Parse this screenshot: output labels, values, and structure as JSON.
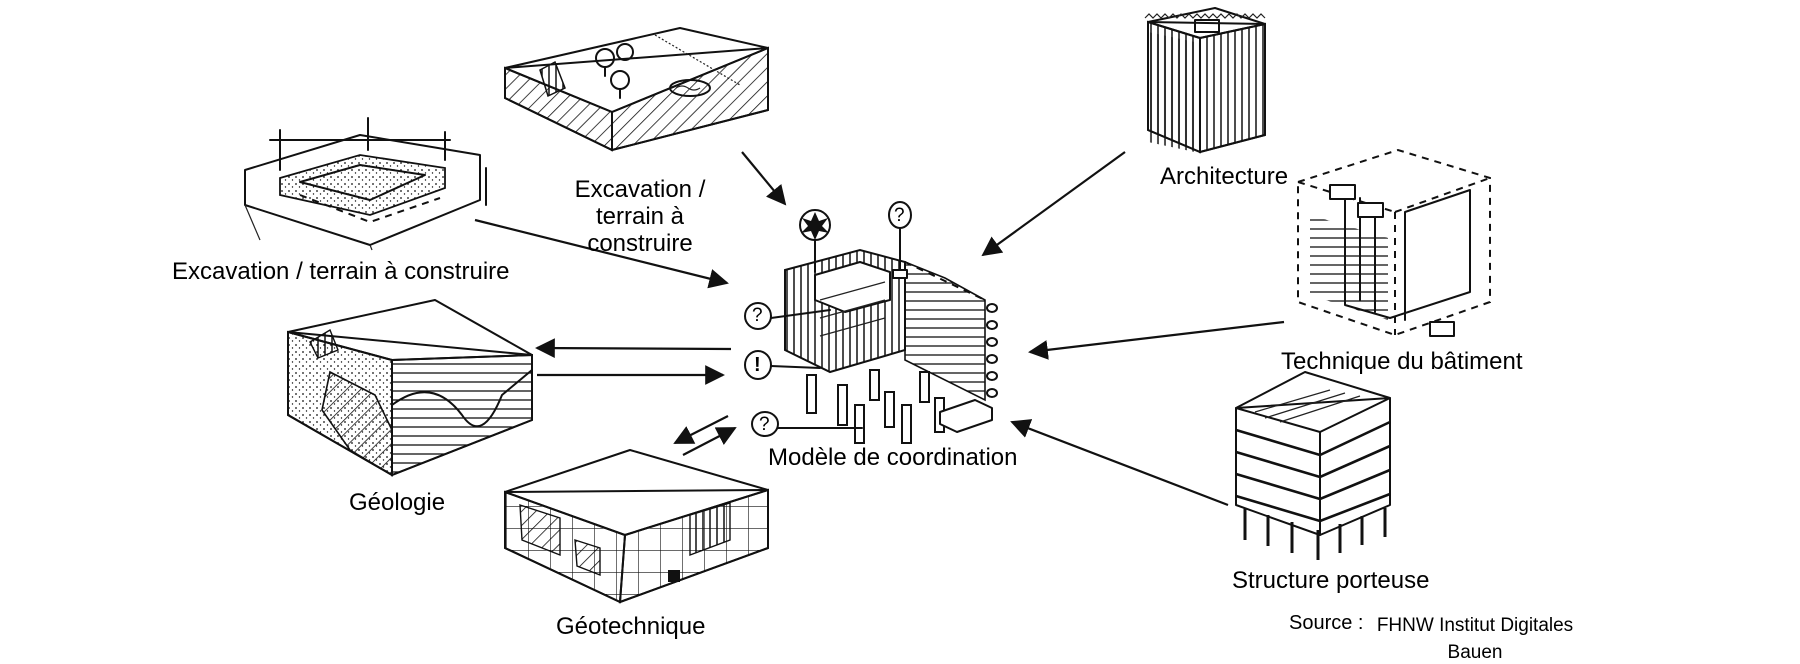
{
  "labels": {
    "excavation_top": "Excavation /\nterrain à construire",
    "excavation_left": "Excavation / terrain à construire",
    "geologie": "Géologie",
    "geotechnique": "Géotechnique",
    "modele": "Modèle de coordination",
    "architecture": "Architecture",
    "technique": "Technique du bâtiment",
    "structure": "Structure porteuse"
  },
  "source": {
    "prefix": "Source :",
    "name": "FHNW Institut  Digitales Bauen"
  },
  "markers": {
    "question": "?",
    "exclamation": "!"
  }
}
